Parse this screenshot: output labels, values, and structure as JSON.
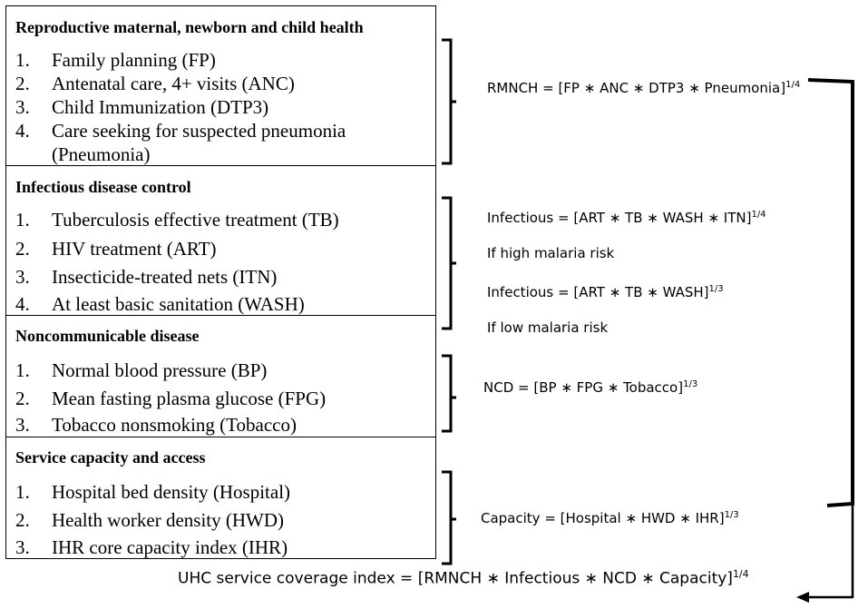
{
  "sections": [
    {
      "title": "Reproductive maternal, newborn and child health",
      "items": [
        {
          "num": "1.",
          "text": "Family planning (FP)"
        },
        {
          "num": "2.",
          "text": "Antenatal care, 4+ visits (ANC)"
        },
        {
          "num": "3.",
          "text": "Child Immunization (DTP3)"
        },
        {
          "num": "4.",
          "text": "Care seeking for suspected pneumonia",
          "cont": "(Pneumonia)"
        }
      ]
    },
    {
      "title": "Infectious disease control",
      "items": [
        {
          "num": "1.",
          "text": "Tuberculosis effective treatment (TB)"
        },
        {
          "num": "2.",
          "text": "HIV treatment (ART)"
        },
        {
          "num": "3.",
          "text": "Insecticide-treated nets (ITN)"
        },
        {
          "num": "4.",
          "text": "At least basic sanitation (WASH)"
        }
      ]
    },
    {
      "title": "Noncommunicable disease",
      "items": [
        {
          "num": "1.",
          "text": "Normal blood pressure (BP)"
        },
        {
          "num": "2.",
          "text": "Mean fasting plasma glucose (FPG)"
        },
        {
          "num": "3.",
          "text": "Tobacco nonsmoking (Tobacco)"
        }
      ]
    },
    {
      "title": "Service capacity and access",
      "items": [
        {
          "num": "1.",
          "text": "Hospital bed density (Hospital)"
        },
        {
          "num": "2.",
          "text": "Health worker density (HWD)"
        },
        {
          "num": "3.",
          "text": "IHR core capacity index (IHR)"
        }
      ]
    }
  ],
  "equations": {
    "rmnch": {
      "lhs": "RMNCH = ",
      "body": "[FP ∗ ANC ∗ DTP3 ∗ Pneumonia]",
      "exp": "1/4"
    },
    "infectious_high": {
      "lhs": "Infectious = ",
      "body": "[ART ∗ TB ∗ WASH ∗ ITN]",
      "exp": "1/4"
    },
    "note_high": "If high malaria risk",
    "infectious_low": {
      "lhs": "Infectious = ",
      "body": "[ART ∗ TB ∗ WASH]",
      "exp": "1/3"
    },
    "note_low": "If low malaria risk",
    "ncd": {
      "lhs": "NCD = ",
      "body": "[BP ∗ FPG ∗ Tobacco]",
      "exp": "1/3"
    },
    "capacity": {
      "lhs": "Capacity = ",
      "body": "[Hospital ∗ HWD ∗ IHR]",
      "exp": "1/3"
    },
    "uhc": {
      "lhs": "UHC service coverage index = ",
      "body": "[RMNCH ∗ Infectious ∗ NCD ∗ Capacity]",
      "exp": "1/4"
    }
  }
}
